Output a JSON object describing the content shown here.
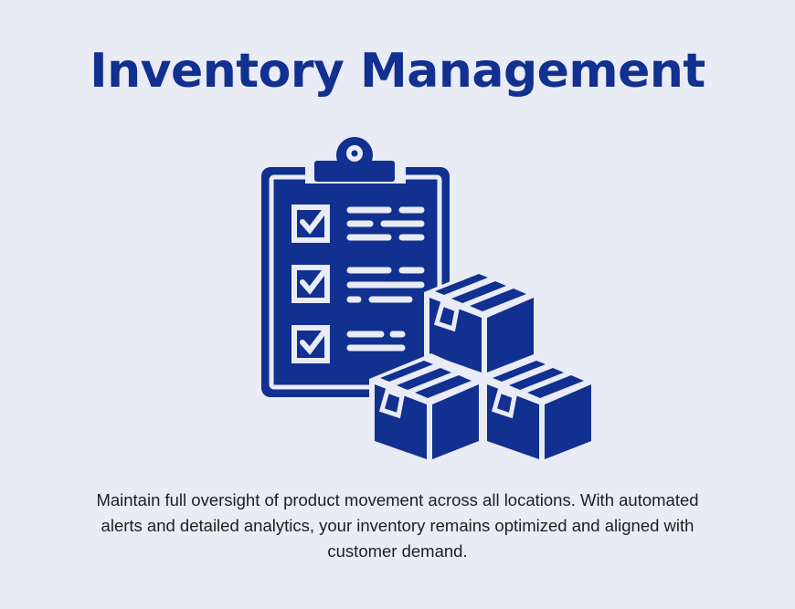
{
  "title": "Inventory Management",
  "illustration": {
    "icon": "clipboard-checklist-with-boxes-icon",
    "checklist_items": 3,
    "boxes": 3,
    "color": "#11308f"
  },
  "description": "Maintain full oversight of product movement across all locations. With automated alerts and detailed analytics, your inventory remains optimized and aligned with customer demand.",
  "colors": {
    "background": "#e9ebf5",
    "accent": "#11308f",
    "text": "#1f1f1f"
  }
}
